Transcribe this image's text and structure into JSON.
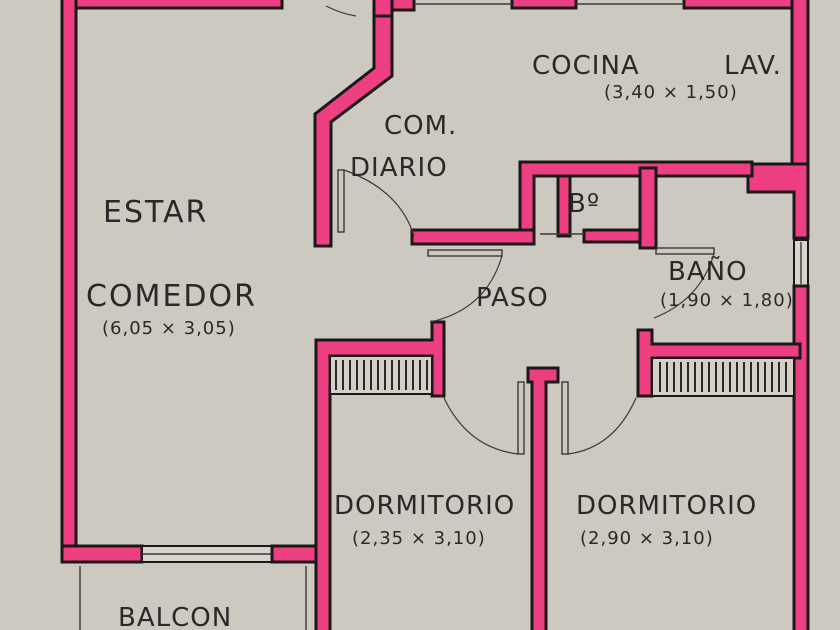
{
  "plan": {
    "colors": {
      "paper": "#cdc9c1",
      "wall_fill": "#ef3f83",
      "wall_outline": "#1a1818"
    },
    "rooms": {
      "estar": {
        "name": "ESTAR",
        "name2": "COMEDOR",
        "dims": "(6,05 × 3,05)"
      },
      "com_diario": {
        "name": "COM.",
        "name2": "DIARIO"
      },
      "cocina": {
        "name": "COCINA",
        "name2": "LAV.",
        "dims": "(3,40 × 1,50)"
      },
      "bano_small": {
        "name": "Bº"
      },
      "paso": {
        "name": "PASO"
      },
      "bano": {
        "name": "BAÑO",
        "dims": "(1,90 × 1,80)"
      },
      "dormitorio_1": {
        "name": "DORMITORIO",
        "dims": "(2,35 × 3,10)"
      },
      "dormitorio_2": {
        "name": "DORMITORIO",
        "dims": "(2,90 × 3,10)"
      },
      "balcon": {
        "name": "BALCON"
      }
    }
  }
}
